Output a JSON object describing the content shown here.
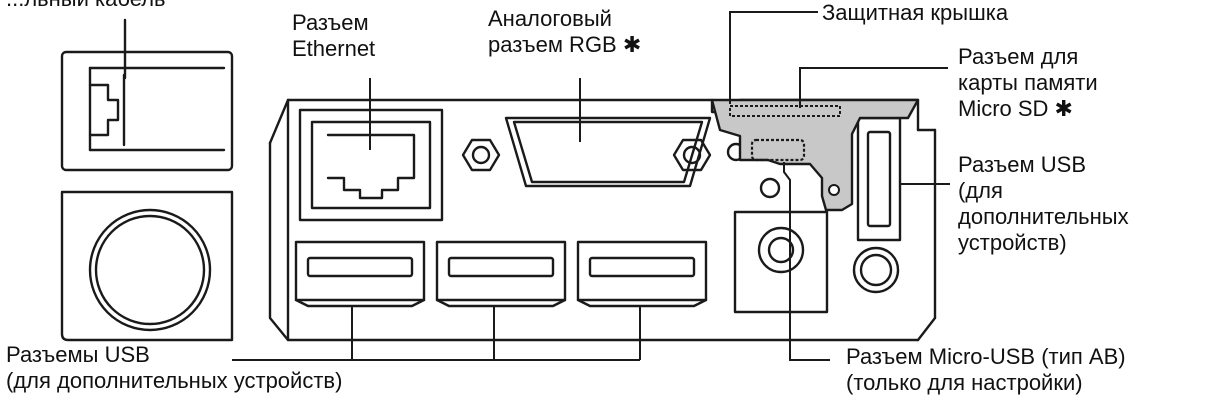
{
  "labels": {
    "top_left_cut": "...льный кабель",
    "ethernet": [
      "Разъем",
      "Ethernet"
    ],
    "rgb": [
      "Аналоговый",
      "разъем RGB ✱"
    ],
    "cover": "Защитная крышка",
    "microsd": [
      "Разъем для",
      "карты памяти",
      "Micro SD ✱"
    ],
    "usb_right": [
      "Разъем USB",
      "(для",
      "дополнительных",
      "устройств)"
    ],
    "usb_bottom": [
      "Разъемы USB",
      "(для дополнительных устройств)"
    ],
    "micro_usb": [
      "Разъем Micro-USB (тип AB)",
      "(только для настройки)"
    ]
  },
  "colors": {
    "stroke": "#1a1a1a",
    "cover_fill": "#c8c8c8",
    "panel_fill": "#ffffff"
  }
}
